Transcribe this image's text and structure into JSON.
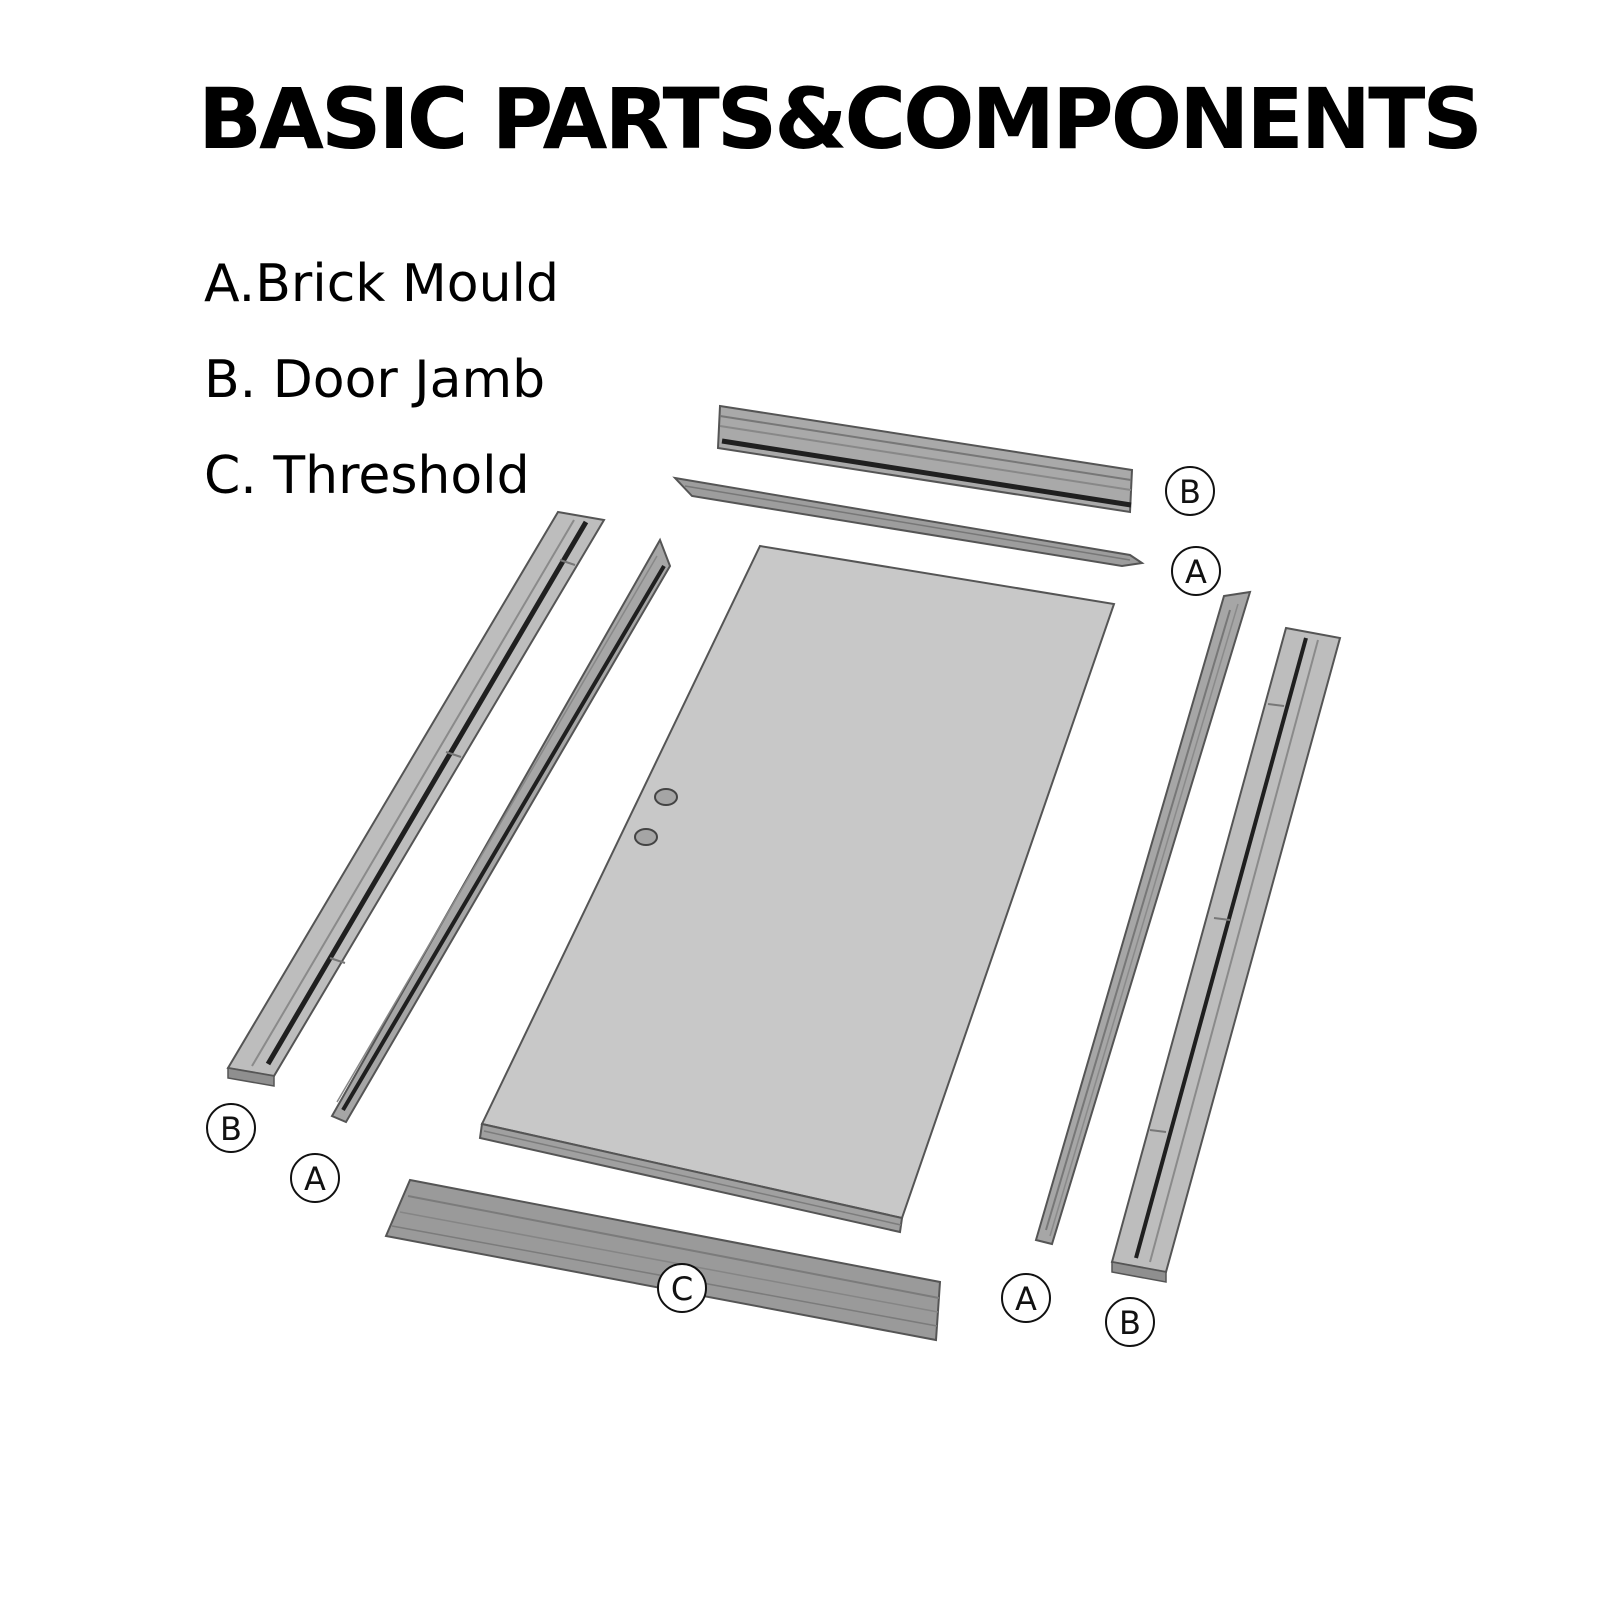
{
  "title": "BASIC PARTS&COMPONENTS",
  "legend": [
    "A.Brick Mould",
    "B. Door Jamb",
    "C. Threshold"
  ],
  "callouts": {
    "a": "A",
    "b": "B",
    "c": "C"
  },
  "colors": {
    "text": "#000000",
    "part_fill": "#b8b8b8",
    "part_dark": "#8f8f8f",
    "door_fill": "#c6c6c6",
    "outline": "#555555",
    "groove": "#1f1f1f"
  }
}
